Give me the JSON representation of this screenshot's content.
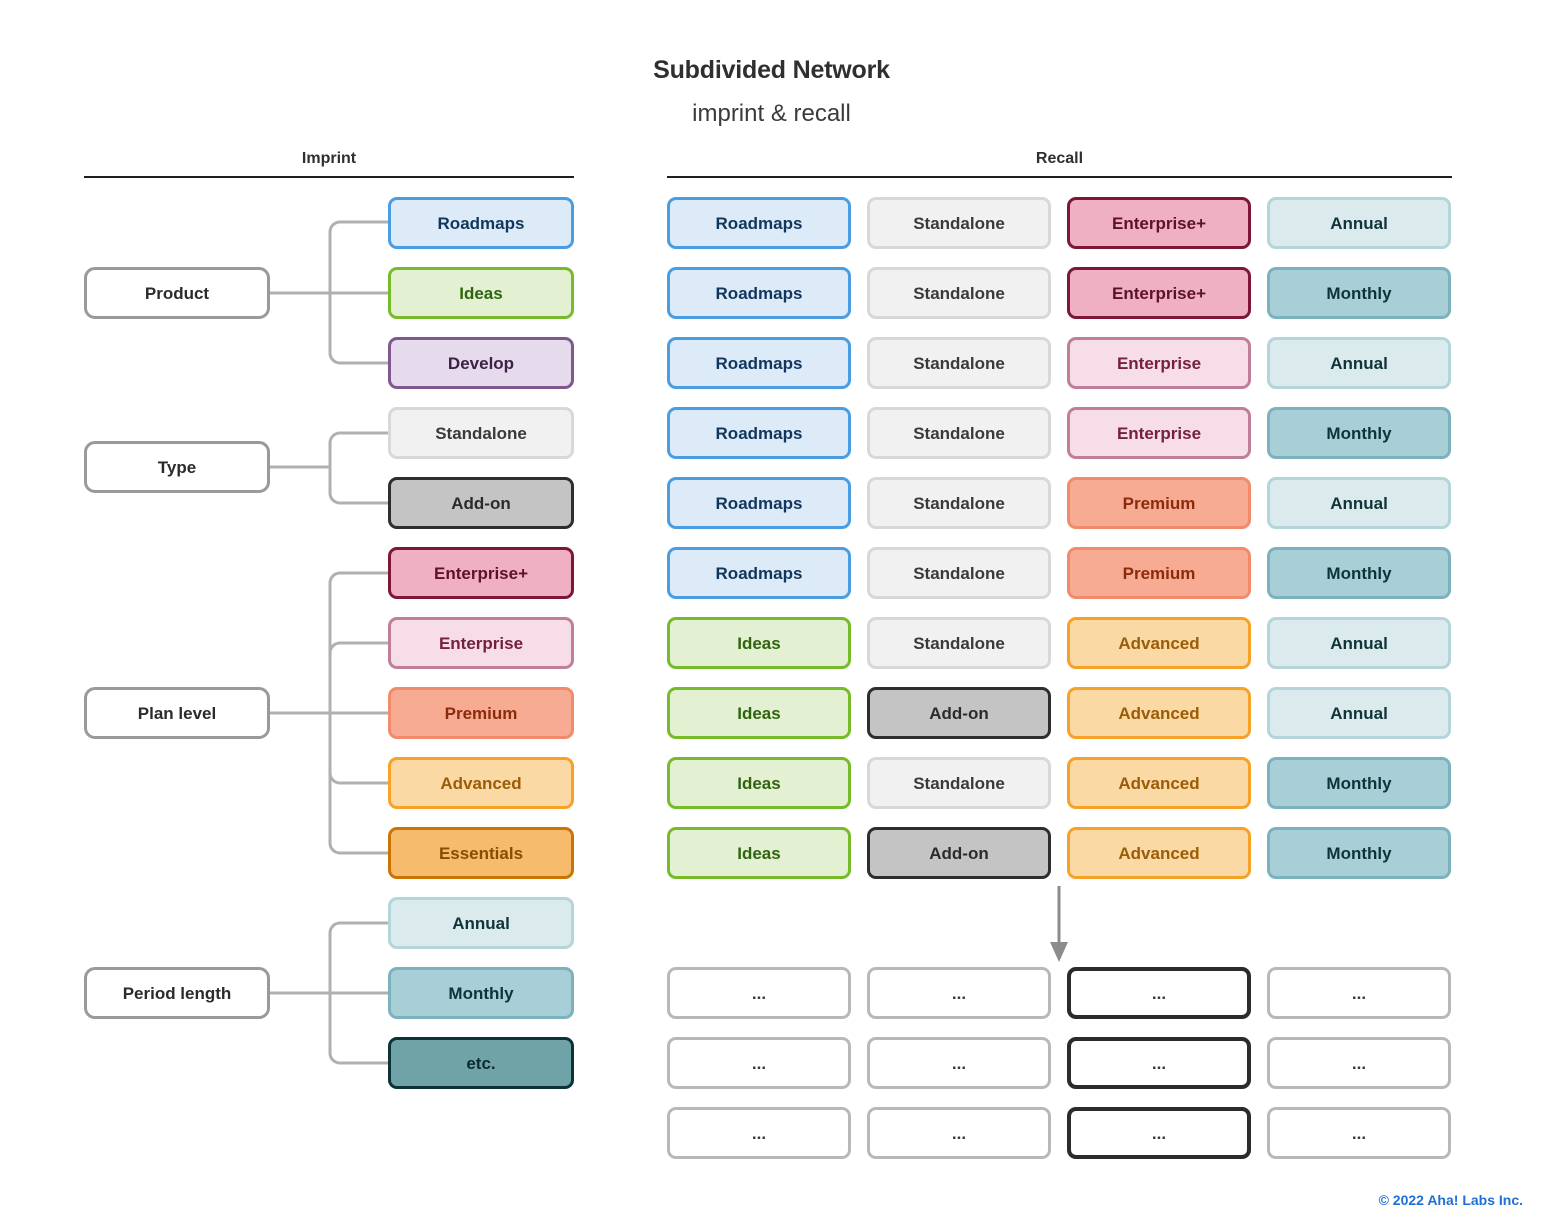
{
  "header": {
    "title": "Subdivided Network",
    "subtitle": "imprint & recall"
  },
  "columns": {
    "imprint_label": "Imprint",
    "recall_label": "Recall"
  },
  "imprint": {
    "groups": [
      {
        "label": "Product",
        "children": [
          {
            "label": "Roadmaps",
            "style": "c-roadmaps"
          },
          {
            "label": "Ideas",
            "style": "c-ideas"
          },
          {
            "label": "Develop",
            "style": "c-develop"
          }
        ]
      },
      {
        "label": "Type",
        "children": [
          {
            "label": "Standalone",
            "style": "c-standalone"
          },
          {
            "label": "Add-on",
            "style": "c-addon"
          }
        ]
      },
      {
        "label": "Plan level",
        "children": [
          {
            "label": "Enterprise+",
            "style": "c-entplus"
          },
          {
            "label": "Enterprise",
            "style": "c-ent"
          },
          {
            "label": "Premium",
            "style": "c-premium"
          },
          {
            "label": "Advanced",
            "style": "c-advanced"
          },
          {
            "label": "Essentials",
            "style": "c-essentials"
          }
        ]
      },
      {
        "label": "Period length",
        "children": [
          {
            "label": "Annual",
            "style": "c-annual"
          },
          {
            "label": "Monthly",
            "style": "c-monthly"
          },
          {
            "label": "etc.",
            "style": "c-etc"
          }
        ]
      }
    ]
  },
  "recall": {
    "rows": [
      [
        {
          "label": "Roadmaps",
          "style": "c-roadmaps"
        },
        {
          "label": "Standalone",
          "style": "c-standalone"
        },
        {
          "label": "Enterprise+",
          "style": "c-entplus"
        },
        {
          "label": "Annual",
          "style": "c-annual"
        }
      ],
      [
        {
          "label": "Roadmaps",
          "style": "c-roadmaps"
        },
        {
          "label": "Standalone",
          "style": "c-standalone"
        },
        {
          "label": "Enterprise+",
          "style": "c-entplus"
        },
        {
          "label": "Monthly",
          "style": "c-monthly"
        }
      ],
      [
        {
          "label": "Roadmaps",
          "style": "c-roadmaps"
        },
        {
          "label": "Standalone",
          "style": "c-standalone"
        },
        {
          "label": "Enterprise",
          "style": "c-ent"
        },
        {
          "label": "Annual",
          "style": "c-annual"
        }
      ],
      [
        {
          "label": "Roadmaps",
          "style": "c-roadmaps"
        },
        {
          "label": "Standalone",
          "style": "c-standalone"
        },
        {
          "label": "Enterprise",
          "style": "c-ent"
        },
        {
          "label": "Monthly",
          "style": "c-monthly"
        }
      ],
      [
        {
          "label": "Roadmaps",
          "style": "c-roadmaps"
        },
        {
          "label": "Standalone",
          "style": "c-standalone"
        },
        {
          "label": "Premium",
          "style": "c-premium"
        },
        {
          "label": "Annual",
          "style": "c-annual"
        }
      ],
      [
        {
          "label": "Roadmaps",
          "style": "c-roadmaps"
        },
        {
          "label": "Standalone",
          "style": "c-standalone"
        },
        {
          "label": "Premium",
          "style": "c-premium"
        },
        {
          "label": "Monthly",
          "style": "c-monthly"
        }
      ],
      [
        {
          "label": "Ideas",
          "style": "c-ideas"
        },
        {
          "label": "Standalone",
          "style": "c-standalone"
        },
        {
          "label": "Advanced",
          "style": "c-advanced"
        },
        {
          "label": "Annual",
          "style": "c-annual"
        }
      ],
      [
        {
          "label": "Ideas",
          "style": "c-ideas"
        },
        {
          "label": "Add-on",
          "style": "c-addon"
        },
        {
          "label": "Advanced",
          "style": "c-advanced"
        },
        {
          "label": "Annual",
          "style": "c-annual"
        }
      ],
      [
        {
          "label": "Ideas",
          "style": "c-ideas"
        },
        {
          "label": "Standalone",
          "style": "c-standalone"
        },
        {
          "label": "Advanced",
          "style": "c-advanced"
        },
        {
          "label": "Monthly",
          "style": "c-monthly"
        }
      ],
      [
        {
          "label": "Ideas",
          "style": "c-ideas"
        },
        {
          "label": "Add-on",
          "style": "c-addon"
        },
        {
          "label": "Advanced",
          "style": "c-advanced"
        },
        {
          "label": "Monthly",
          "style": "c-monthly"
        }
      ]
    ],
    "placeholder_rows": [
      [
        {
          "label": "...",
          "style": "c-blank"
        },
        {
          "label": "...",
          "style": "c-blank"
        },
        {
          "label": "...",
          "style": "c-blank-dark"
        },
        {
          "label": "...",
          "style": "c-blank"
        }
      ],
      [
        {
          "label": "...",
          "style": "c-blank"
        },
        {
          "label": "...",
          "style": "c-blank"
        },
        {
          "label": "...",
          "style": "c-blank-dark"
        },
        {
          "label": "...",
          "style": "c-blank"
        }
      ],
      [
        {
          "label": "...",
          "style": "c-blank"
        },
        {
          "label": "...",
          "style": "c-blank"
        },
        {
          "label": "...",
          "style": "c-blank-dark"
        },
        {
          "label": "...",
          "style": "c-blank"
        }
      ]
    ]
  },
  "footer": {
    "copyright": "© 2022 Aha! Labs Inc."
  },
  "palette": {
    "roadmaps_fill": "#dcebf7",
    "roadmaps_border": "#4a9de0",
    "roadmaps_text": "#11365e",
    "ideas_fill": "#e4f0d2",
    "ideas_border": "#76bc2a",
    "ideas_text": "#2f6410",
    "develop_fill": "#e6daed",
    "develop_border": "#80588e",
    "develop_text": "#3d2147",
    "standalone_fill": "#f1f1f1",
    "standalone_border": "#d8d8d8",
    "standalone_text": "#3a3a3a",
    "addon_fill": "#c4c4c4",
    "addon_border": "#2e2e2e",
    "addon_text": "#2b2b2b",
    "enterpriseplus_fill": "#efb0c4",
    "enterpriseplus_border": "#7e1635",
    "enterpriseplus_text": "#5e1229",
    "enterprise_fill": "#f7dde7",
    "enterprise_border": "#bf7e99",
    "enterprise_text": "#75203f",
    "premium_fill": "#f7ab92",
    "premium_border": "#f28b6b",
    "premium_text": "#8a2c0c",
    "advanced_fill": "#fbd9a4",
    "advanced_border": "#f6a229",
    "advanced_text": "#9a5c06",
    "essentials_fill": "#f7bb6e",
    "essentials_border": "#cb7403",
    "essentials_text": "#8a4c02",
    "annual_fill": "#dbebed",
    "annual_border": "#b4d5da",
    "annual_text": "#0f3339",
    "monthly_fill": "#a8ced7",
    "monthly_border": "#7cb2bc",
    "monthly_text": "#0f3339",
    "etc_fill": "#6fa3a8",
    "etc_border": "#0d3138",
    "etc_text": "#0c2b30",
    "connector": "#b0b0b0",
    "footer_link": "#1f6fd6"
  }
}
